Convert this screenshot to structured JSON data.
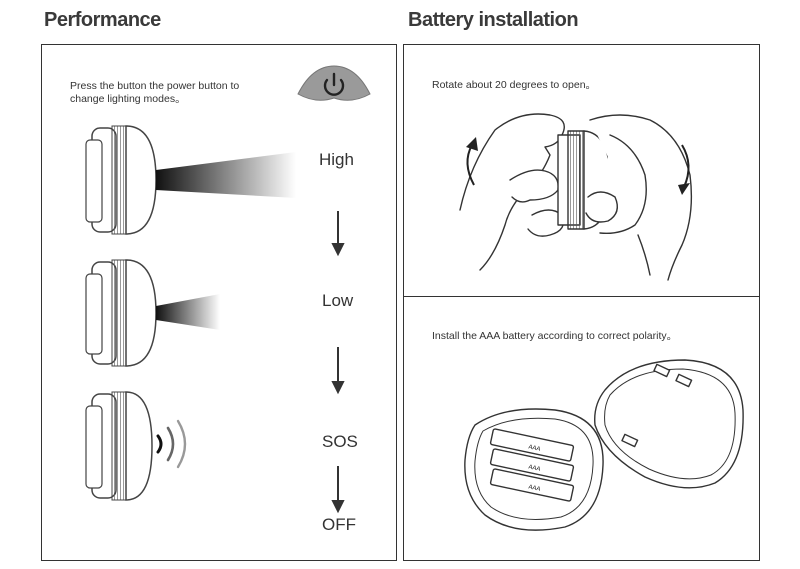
{
  "performance": {
    "title": "Performance",
    "instruction": "Press the button the power button to change lighting modes。",
    "modes": [
      "High",
      "Low",
      "SOS",
      "OFF"
    ],
    "power_icon": "power-icon"
  },
  "battery": {
    "title": "Battery installation",
    "rotate_note": "Rotate about 20 degrees to open。",
    "install_note": "Install the AAA battery according to correct polarity。",
    "battery_labels": [
      "AAA",
      "AAA",
      "AAA"
    ]
  }
}
